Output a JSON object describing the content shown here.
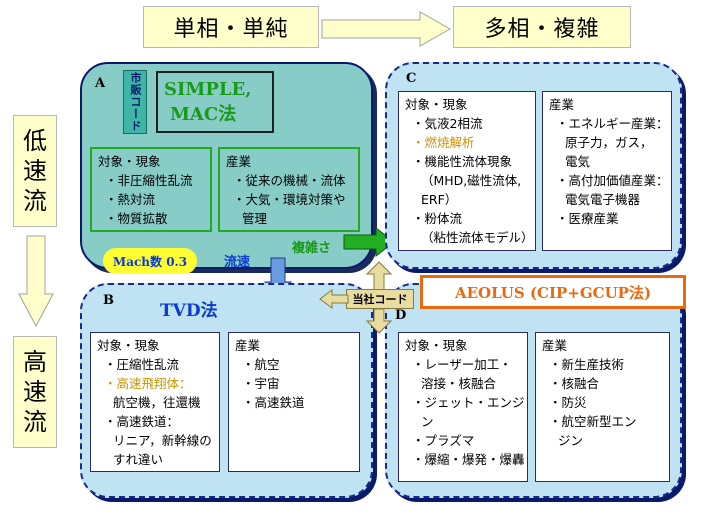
{
  "header": {
    "left": "単相・単純",
    "right": "多相・複雑"
  },
  "side": {
    "top_chars": [
      "低",
      "速",
      "流"
    ],
    "bottom_chars": [
      "高",
      "速",
      "流"
    ]
  },
  "panel_a": {
    "letter": "A",
    "commercial_code": "市販コード",
    "simple_line1": "SIMPLE,",
    "simple_line2": "MAC法",
    "objects": {
      "title": "対象・現象",
      "items": [
        "・非圧縮性乱流",
        "・熱対流",
        "・物質拡散"
      ]
    },
    "industry": {
      "title": "産業",
      "items": [
        "・従来の機械・流体",
        "・大気・環境対策や",
        "管理"
      ]
    },
    "mach_label": "Mach数 0.3",
    "flow_label": "流速",
    "complexity_label": "複雑さ"
  },
  "panel_b": {
    "letter": "B",
    "method": "TVD法",
    "objects": {
      "title": "対象・現象",
      "items": [
        {
          "text": "・圧縮性乱流",
          "cls": "it"
        },
        {
          "text": "・高速飛翔体：",
          "cls": "it hl"
        },
        {
          "text": "航空機，往還機",
          "cls": "sub"
        },
        {
          "text": "・高速鉄道：",
          "cls": "it"
        },
        {
          "text": "リニア，新幹線の",
          "cls": "sub"
        },
        {
          "text": "すれ違い",
          "cls": "sub"
        }
      ]
    },
    "industry": {
      "title": "産業",
      "items": [
        "・航空",
        "・宇宙",
        "・高速鉄道"
      ]
    }
  },
  "panel_c": {
    "letter": "C",
    "objects": {
      "title": "対象・現象",
      "items": [
        {
          "text": "・気液2相流",
          "cls": "it"
        },
        {
          "text": "・燃焼解析",
          "cls": "it hl"
        },
        {
          "text": "・機能性流体現象",
          "cls": "it"
        },
        {
          "text": "（MHD,磁性流体,",
          "cls": "sub"
        },
        {
          "text": "ERF）",
          "cls": "sub"
        },
        {
          "text": "・粉体流",
          "cls": "it"
        },
        {
          "text": "（粘性流体モデル）",
          "cls": "sub"
        }
      ]
    },
    "industry": {
      "title": "産業",
      "items": [
        {
          "text": "・エネルギー産業：",
          "cls": "it"
        },
        {
          "text": "原子力，ガス，",
          "cls": "sub"
        },
        {
          "text": "電気",
          "cls": "sub"
        },
        {
          "text": "・高付加価値産業：",
          "cls": "it"
        },
        {
          "text": "電気電子機器",
          "cls": "sub"
        },
        {
          "text": "・医療産業",
          "cls": "it"
        }
      ]
    }
  },
  "panel_d": {
    "letter": "D",
    "objects": {
      "title": "対象・現象",
      "items": [
        {
          "text": "・レーザー加工・",
          "cls": "it"
        },
        {
          "text": "溶接・核融合",
          "cls": "sub"
        },
        {
          "text": "・ジェット・エンジ",
          "cls": "it"
        },
        {
          "text": "ン",
          "cls": "sub"
        },
        {
          "text": "・プラズマ",
          "cls": "it"
        },
        {
          "text": "・爆縮・爆発・爆轟",
          "cls": "it"
        }
      ]
    },
    "industry": {
      "title": "産業",
      "items": [
        {
          "text": "・新生産技術",
          "cls": "it"
        },
        {
          "text": "・核融合",
          "cls": "it"
        },
        {
          "text": "・防災",
          "cls": "it"
        },
        {
          "text": "・航空新型エン",
          "cls": "it"
        },
        {
          "text": "ジン",
          "cls": "sub"
        }
      ]
    }
  },
  "aeolus_label": "AEOLUS (CIP+GCUP法)",
  "own_code_label": "当社コード",
  "colors": {
    "panel_a_fill": "#88ccc8",
    "panel_bcd_fill": "#bfe3f3",
    "yellow_box": "#ffffcc",
    "green_text": "#1a9a1a",
    "blue_text": "#0a3ad0",
    "aeolus_orange": "#e86a10",
    "highlight_text": "#c89400"
  }
}
